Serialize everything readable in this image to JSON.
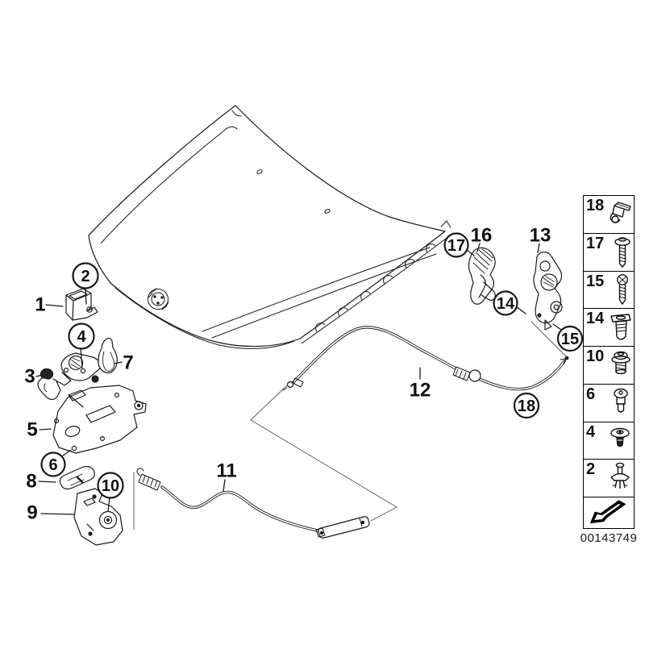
{
  "diagram": {
    "labels": [
      {
        "text": "1"
      },
      {
        "text": "3"
      },
      {
        "text": "5"
      },
      {
        "text": "7"
      },
      {
        "text": "8"
      },
      {
        "text": "9"
      },
      {
        "text": "11"
      },
      {
        "text": "12"
      },
      {
        "text": "13"
      },
      {
        "text": "16"
      }
    ],
    "callouts": [
      {
        "text": "2"
      },
      {
        "text": "4"
      },
      {
        "text": "6"
      },
      {
        "text": "10"
      },
      {
        "text": "14"
      },
      {
        "text": "15"
      },
      {
        "text": "17"
      },
      {
        "text": "18"
      }
    ]
  },
  "legend": {
    "rows": [
      {
        "number": "18",
        "icon": "cable-clip-icon"
      },
      {
        "number": "17",
        "icon": "washer-screw-icon"
      },
      {
        "number": "15",
        "icon": "phillips-screw-icon"
      },
      {
        "number": "14",
        "icon": "expanding-nut-icon"
      },
      {
        "number": "10",
        "icon": "washer-bolt-icon"
      },
      {
        "number": "6",
        "icon": "shoulder-bolt-icon"
      },
      {
        "number": "4",
        "icon": "grommet-bolt-icon"
      },
      {
        "number": "2",
        "icon": "expansion-rivet-icon"
      }
    ],
    "arrow_icon": "direction-arrow-icon",
    "code": "00143749"
  }
}
